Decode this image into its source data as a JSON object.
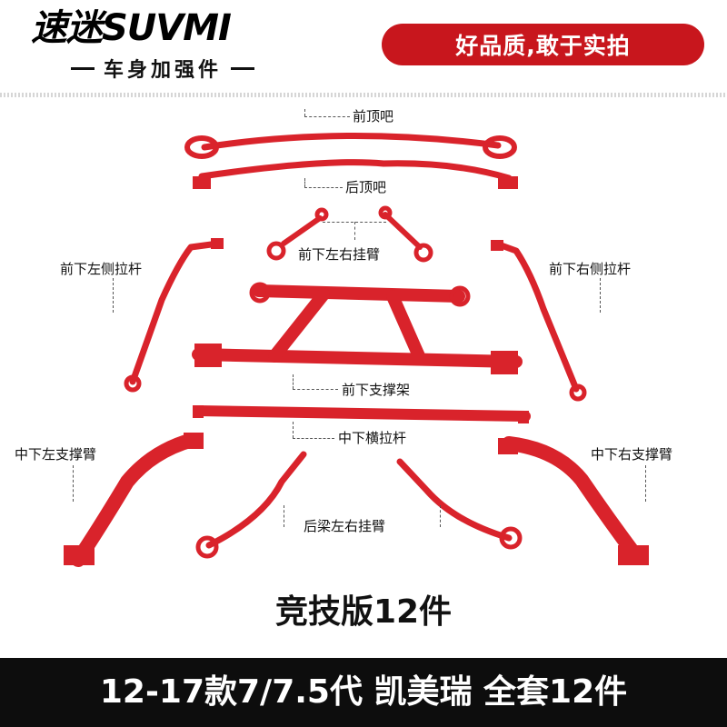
{
  "brand": {
    "logo_text": "速迷SUVMI",
    "subtitle": "车身加强件"
  },
  "slogan": "好品质,敢于实拍",
  "parts": {
    "front_top_bar": "前顶吧",
    "rear_top_bar": "后顶吧",
    "front_lower_lr_arms": "前下左右挂臂",
    "front_lower_left_rod": "前下左侧拉杆",
    "front_lower_right_rod": "前下右侧拉杆",
    "front_lower_brace": "前下支撑架",
    "middle_lower_cross_rod": "中下横拉杆",
    "middle_lower_left_brace": "中下左支撑臂",
    "middle_lower_right_brace": "中下右支撑臂",
    "rear_beam_lr_arms": "后梁左右挂臂"
  },
  "edition": "竞技版12件",
  "footer": "12-17款7/7.5代 凯美瑞 全套12件",
  "colors": {
    "part_red": "#d9232b",
    "badge_red": "#c8161d",
    "footer_bg": "#0d0d0d"
  }
}
